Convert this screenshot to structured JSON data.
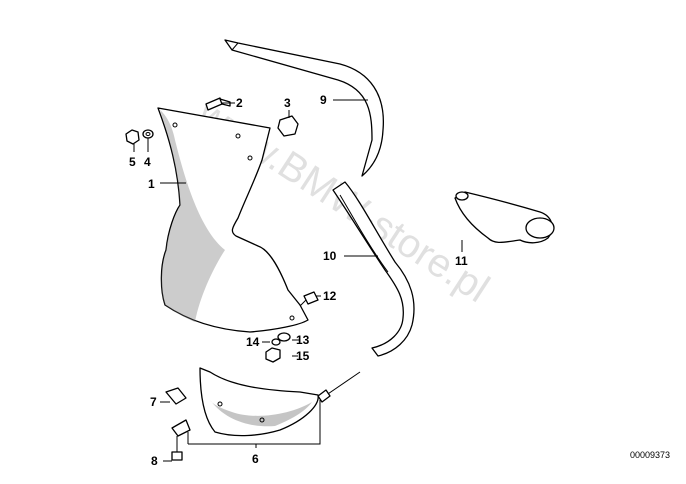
{
  "watermark": "www.BMW-store.pl",
  "document_number": "00009373",
  "callouts": {
    "c1": "1",
    "c2": "2",
    "c3": "3",
    "c4": "4",
    "c5": "5",
    "c6": "6",
    "c7": "7",
    "c8": "8",
    "c9": "9",
    "c10": "10",
    "c11": "11",
    "c12": "12",
    "c13": "13",
    "c14": "14",
    "c15": "15"
  }
}
